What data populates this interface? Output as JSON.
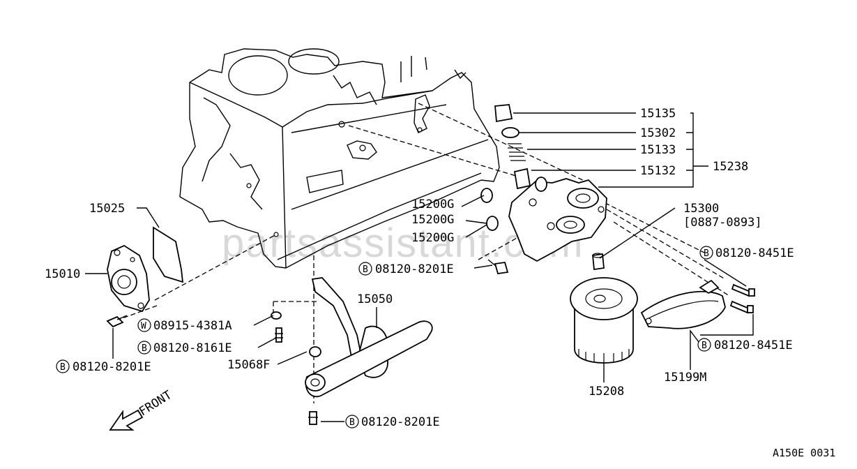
{
  "watermark": "partsassistant.com",
  "corner_code": "A150E 0031",
  "front_label": "FRONT",
  "labels": {
    "p15135": "15135",
    "p15302": "15302",
    "p15133": "15133",
    "p15132": "15132",
    "p15238": "15238",
    "p15200g_1": "15200G",
    "p15200g_2": "15200G",
    "p15200g_3": "15200G",
    "p15300": "15300",
    "p15300_range": "[0887-0893]",
    "p15025": "15025",
    "p15010": "15010",
    "p15050": "15050",
    "p15068f": "15068F",
    "p15208": "15208",
    "p15199m": "15199M"
  },
  "fasteners": {
    "f1": {
      "prefix": "B",
      "code": "08120-8451E"
    },
    "f2": {
      "prefix": "B",
      "code": "08120-8201E"
    },
    "f3": {
      "prefix": "W",
      "code": "08915-4381A"
    },
    "f4": {
      "prefix": "B",
      "code": "08120-8161E"
    },
    "f5": {
      "prefix": "B",
      "code": "08120-8201E"
    },
    "f6": {
      "prefix": "B",
      "code": "08120-8451E"
    },
    "f7": {
      "prefix": "B",
      "code": "08120-8201E"
    }
  }
}
